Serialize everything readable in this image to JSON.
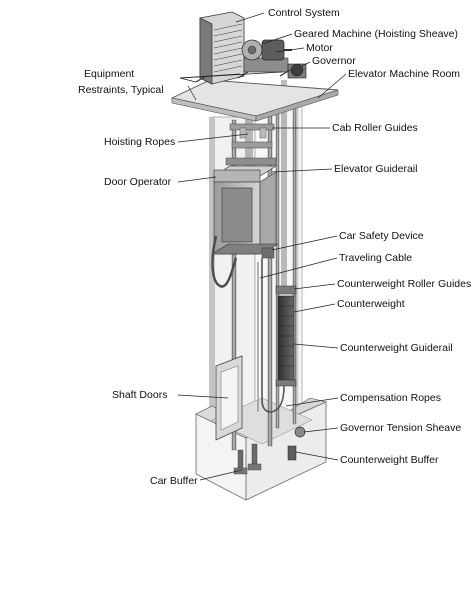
{
  "diagram": {
    "labels": {
      "control_system": "Control System",
      "geared_machine": "Geared Machine (Hoisting Sheave)",
      "motor": "Motor",
      "governor": "Governor",
      "equipment_restraints_line1": "Equipment",
      "equipment_restraints_line2": "Restraints, Typical",
      "elevator_machine_room": "Elevator Machine Room",
      "hoisting_ropes": "Hoisting Ropes",
      "cab_roller_guides": "Cab Roller Guides",
      "elevator_guiderail": "Elevator Guiderail",
      "door_operator": "Door Operator",
      "car_safety_device": "Car Safety Device",
      "traveling_cable": "Traveling Cable",
      "counterweight_roller_guides": "Counterweight Roller Guides",
      "counterweight": "Counterweight",
      "counterweight_guiderail": "Counterweight Guiderail",
      "shaft_doors": "Shaft Doors",
      "compensation_ropes": "Compensation Ropes",
      "governor_tension_sheave": "Governor Tension Sheave",
      "counterweight_buffer": "Counterweight Buffer",
      "car_buffer": "Car Buffer"
    },
    "colors": {
      "shaft_fill": "#f2f2f2",
      "structure": "#8a8a8a",
      "dark": "#3a3a3a",
      "leader": "#222222"
    }
  }
}
